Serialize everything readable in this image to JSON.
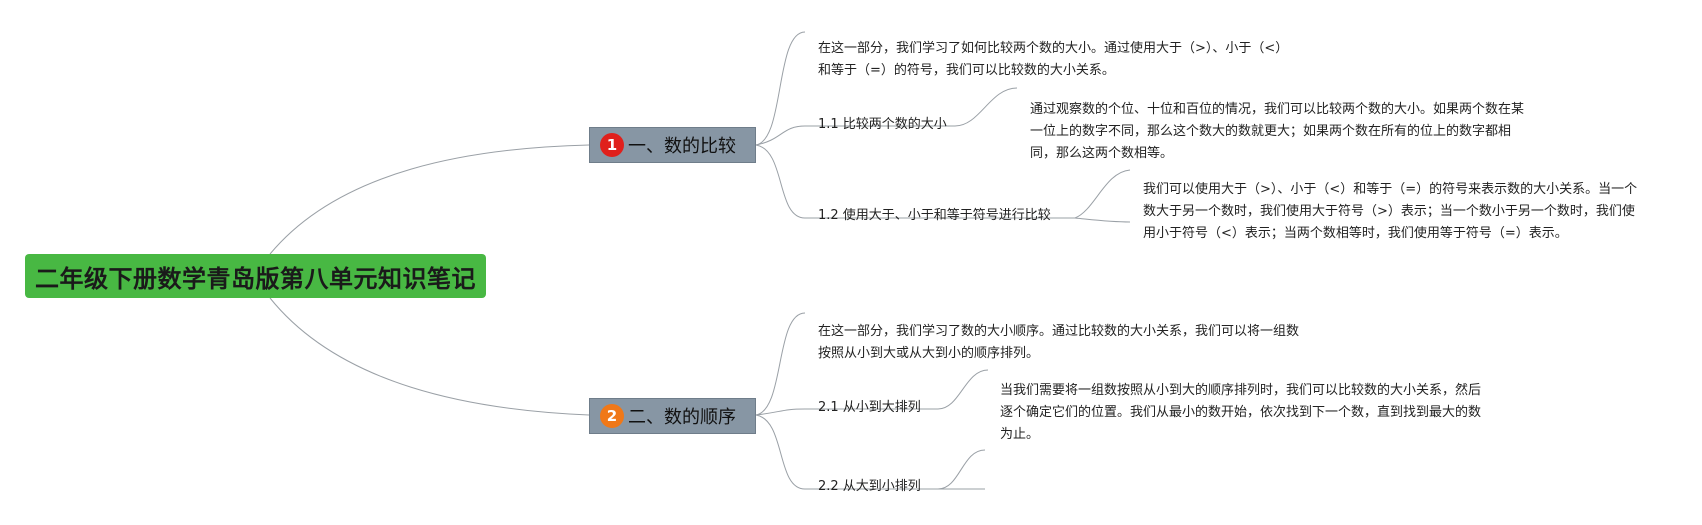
{
  "root": {
    "title": "二年级下册数学青岛版第八单元知识笔记"
  },
  "colors": {
    "root": "#48b843",
    "branch": "#8796a4",
    "badge1": "#e0201c",
    "badge2": "#f07818",
    "line": "#9aa0a6"
  },
  "branches": [
    {
      "badge": "1",
      "label": "一、数的比较",
      "intro": "在这一部分，我们学习了如何比较两个数的大小。通过使用大于（>）、小于（<）和等于（=）的符号，我们可以比较数的大小关系。",
      "subtopics": [
        {
          "label": "1.1 比较两个数的大小",
          "detail": "通过观察数的个位、十位和百位的情况，我们可以比较两个数的大小。如果两个数在某一位上的数字不同，那么这个数大的数就更大；如果两个数在所有的位上的数字都相同，那么这两个数相等。"
        },
        {
          "label": "1.2 使用大于、小于和等于符号进行比较",
          "detail": "我们可以使用大于（>）、小于（<）和等于（=）的符号来表示数的大小关系。当一个数大于另一个数时，我们使用大于符号（>）表示；当一个数小于另一个数时，我们使用小于符号（<）表示；当两个数相等时，我们使用等于符号（=）表示。"
        }
      ]
    },
    {
      "badge": "2",
      "label": "二、数的顺序",
      "intro": "在这一部分，我们学习了数的大小顺序。通过比较数的大小关系，我们可以将一组数按照从小到大或从大到小的顺序排列。",
      "subtopics": [
        {
          "label": "2.1 从小到大排列",
          "detail": "当我们需要将一组数按照从小到大的顺序排列时，我们可以比较数的大小关系，然后逐个确定它们的位置。我们从最小的数开始，依次找到下一个数，直到找到最大的数为止。"
        },
        {
          "label": "2.2 从大到小排列",
          "detail": ""
        }
      ]
    }
  ]
}
